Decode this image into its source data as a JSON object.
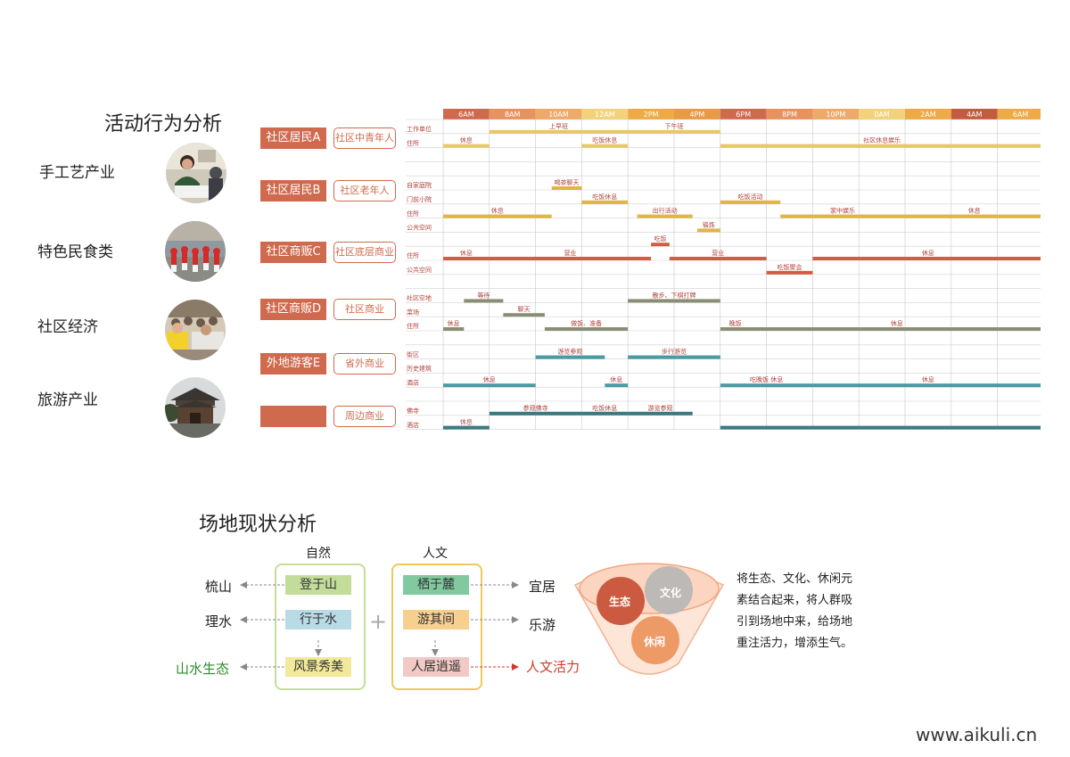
{
  "activity": {
    "title": "活动行为分析",
    "categories": [
      {
        "label": "手工艺产业",
        "photo": "craft-worker-photo"
      },
      {
        "label": "特色民食类",
        "photo": "folk-dance-photo"
      },
      {
        "label": "社区经济",
        "photo": "community-crowd-photo"
      },
      {
        "label": "旅游产业",
        "photo": "temple-photo"
      }
    ],
    "roles": [
      {
        "role": "社区居民A",
        "group": "社区中青年人"
      },
      {
        "role": "社区居民B",
        "group": "社区老年人"
      },
      {
        "role": "社区商贩C",
        "group": "社区底层商业"
      },
      {
        "role": "社区商贩D",
        "group": "社区商业"
      },
      {
        "role": "外地游客E",
        "group": "省外商业"
      },
      {
        "role": "",
        "group": "周边商业"
      }
    ]
  },
  "chart_data": {
    "type": "table",
    "hours": [
      {
        "label": "6AM",
        "color": "#d06a4e"
      },
      {
        "label": "8AM",
        "color": "#e8925e"
      },
      {
        "label": "10AM",
        "color": "#edaa68"
      },
      {
        "label": "12AM",
        "color": "#f2d27a"
      },
      {
        "label": "2PM",
        "color": "#edaa45"
      },
      {
        "label": "4PM",
        "color": "#e89a45"
      },
      {
        "label": "6PM",
        "color": "#d06a4e"
      },
      {
        "label": "8PM",
        "color": "#e8925e"
      },
      {
        "label": "10PM",
        "color": "#edaa68"
      },
      {
        "label": "0AM",
        "color": "#f2d27a"
      },
      {
        "label": "2AM",
        "color": "#edaa45"
      },
      {
        "label": "4AM",
        "color": "#c45a40"
      },
      {
        "label": "6AM",
        "color": "#edaa45"
      }
    ],
    "places": [
      "工作单位",
      "住所",
      "",
      "",
      "自家庭院",
      "门前小院",
      "住所",
      "公共空间",
      "",
      "住所",
      "公共空间",
      "",
      "社区空地",
      "菜场",
      "住所",
      "",
      "街区",
      "历史建筑",
      "酒店",
      "",
      "佛寺",
      "酒店"
    ],
    "activities": [
      {
        "row": 0,
        "start": 1,
        "end": 4,
        "color": "#e9c766",
        "label": "上早班"
      },
      {
        "row": 0,
        "start": 4,
        "end": 6,
        "color": "#e9c766",
        "label": "下午班"
      },
      {
        "row": 1,
        "start": 0,
        "end": 1,
        "color": "#e9c766",
        "label": "休息"
      },
      {
        "row": 1,
        "start": 3,
        "end": 4,
        "color": "#e9c766",
        "label": "吃饭休息"
      },
      {
        "row": 1,
        "start": 6,
        "end": 13,
        "color": "#e9c766",
        "label": "社区休息娱乐"
      },
      {
        "row": 4,
        "start": 2.35,
        "end": 3,
        "color": "#e0b548",
        "label": "喝茶聊天"
      },
      {
        "row": 5,
        "start": 3,
        "end": 4,
        "color": "#e0b548",
        "label": "吃饭休息"
      },
      {
        "row": 5,
        "start": 6,
        "end": 7.3,
        "color": "#e0b548",
        "label": "吃饭活动"
      },
      {
        "row": 6,
        "start": 0,
        "end": 2.35,
        "color": "#e0b548",
        "label": "休息"
      },
      {
        "row": 6,
        "start": 4.2,
        "end": 5.4,
        "color": "#e0b548",
        "label": "出行活动"
      },
      {
        "row": 6,
        "start": 7.3,
        "end": 10,
        "color": "#e0b548",
        "label": "家中娱乐"
      },
      {
        "row": 6,
        "start": 10,
        "end": 13,
        "color": "#e0b548",
        "label": "休息"
      },
      {
        "row": 7,
        "start": 5.5,
        "end": 6,
        "color": "#e0b548",
        "label": "锻炼"
      },
      {
        "row": 8,
        "start": 4.5,
        "end": 4.9,
        "color": "#d65a45",
        "label": "吃饭"
      },
      {
        "row": 9,
        "start": 0,
        "end": 1,
        "color": "#d65a45",
        "label": "休息"
      },
      {
        "row": 9,
        "start": 1,
        "end": 4.5,
        "color": "#d65a45",
        "label": "营业"
      },
      {
        "row": 9,
        "start": 4.9,
        "end": 7,
        "color": "#d65a45",
        "label": "营业"
      },
      {
        "row": 9,
        "start": 8,
        "end": 13,
        "color": "#d65a45",
        "label": "休息"
      },
      {
        "row": 10,
        "start": 7,
        "end": 8,
        "color": "#d65a45",
        "label": "吃饭聚会"
      },
      {
        "row": 12,
        "start": 0.45,
        "end": 1.3,
        "color": "#8a8e76",
        "label": "等待"
      },
      {
        "row": 12,
        "start": 4,
        "end": 6,
        "color": "#8a8e76",
        "label": "散步、下棋打牌"
      },
      {
        "row": 13,
        "start": 1.3,
        "end": 2.2,
        "color": "#8a8e76",
        "label": "聊天"
      },
      {
        "row": 14,
        "start": 0,
        "end": 0.45,
        "color": "#8a8e76",
        "label": "休息"
      },
      {
        "row": 14,
        "start": 2.2,
        "end": 4,
        "color": "#8a8e76",
        "label": "做饭、准备"
      },
      {
        "row": 14,
        "start": 6,
        "end": 6.65,
        "color": "#8a8e76",
        "label": "晚饭"
      },
      {
        "row": 14,
        "start": 6.65,
        "end": 13,
        "color": "#8a8e76",
        "label": "休息"
      },
      {
        "row": 16,
        "start": 2,
        "end": 3.5,
        "color": "#4a9aa2",
        "label": "游览参观"
      },
      {
        "row": 16,
        "start": 4,
        "end": 6,
        "color": "#4a9aa2",
        "label": "步行游览"
      },
      {
        "row": 18,
        "start": 0,
        "end": 2,
        "color": "#4a9aa2",
        "label": "休息"
      },
      {
        "row": 18,
        "start": 3.5,
        "end": 4,
        "color": "#4a9aa2",
        "label": "休息"
      },
      {
        "row": 18,
        "start": 6,
        "end": 8,
        "color": "#4a9aa2",
        "label": "吃晚饭 休息"
      },
      {
        "row": 18,
        "start": 8,
        "end": 13,
        "color": "#4a9aa2",
        "label": "休息"
      },
      {
        "row": 20,
        "start": 1,
        "end": 3,
        "color": "#3d7a80",
        "label": "参观佛寺"
      },
      {
        "row": 20,
        "start": 3,
        "end": 4,
        "color": "#3d7a80",
        "label": "吃饭休息"
      },
      {
        "row": 20,
        "start": 4,
        "end": 5.4,
        "color": "#3d7a80",
        "label": "游览参观"
      },
      {
        "row": 21,
        "start": 0,
        "end": 1,
        "color": "#3d7a80",
        "label": "休息"
      },
      {
        "row": 21,
        "start": 6,
        "end": 13,
        "color": "#3d7a80",
        "label": ""
      }
    ]
  },
  "site": {
    "title": "场地现状分析",
    "nature_title": "自然",
    "culture_title": "人文",
    "nature_items": [
      {
        "label": "登于山",
        "bg": "#c3dc9a"
      },
      {
        "label": "行于水",
        "bg": "#b9dbe6"
      },
      {
        "label": "风景秀美",
        "bg": "#f2e99a"
      }
    ],
    "culture_items": [
      {
        "label": "栖于麓",
        "bg": "#82c9a0"
      },
      {
        "label": "游其间",
        "bg": "#f7cf8f"
      },
      {
        "label": "人居逍遥",
        "bg": "#f3c9c6"
      }
    ],
    "left_labels": [
      "梳山",
      "理水",
      "山水生态"
    ],
    "right_labels": [
      "宜居",
      "乐游",
      "人文活力"
    ],
    "plus": "+",
    "circles": [
      "生态",
      "文化",
      "休闲"
    ],
    "description": "将生态、文化、休闲元素结合起来，将人群吸引到场地中来，给场地重注活力，增添生气。",
    "colors": {
      "nature_border": "#c6dc9a",
      "culture_border": "#f0c85a",
      "green_text": "#2e8b2e",
      "red_text": "#d03a2a"
    }
  },
  "watermark": "www.aikuli.cn"
}
